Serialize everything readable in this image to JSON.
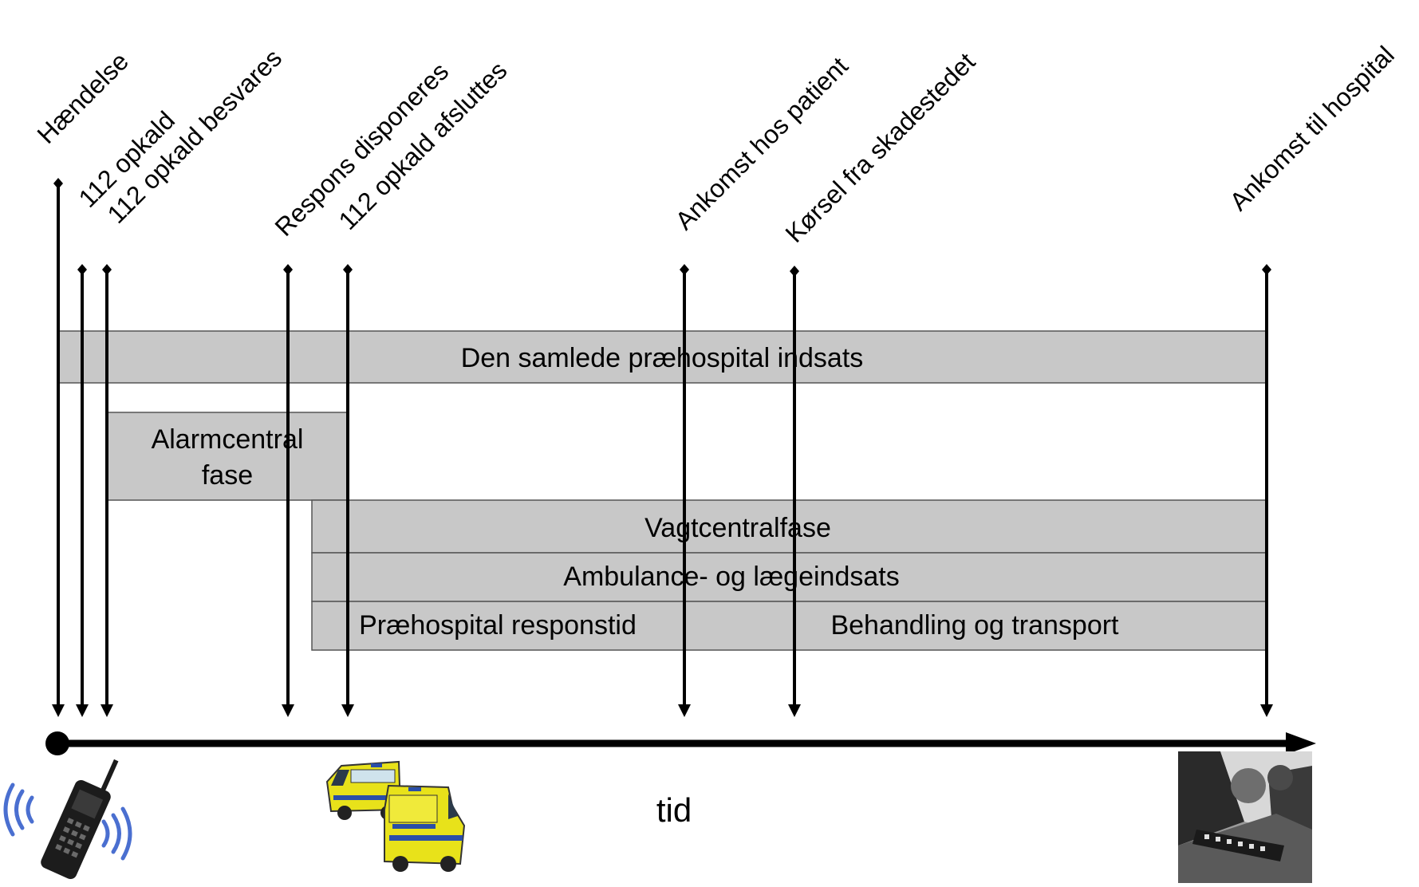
{
  "events": [
    "Hændelse",
    "112 opkald",
    "112 opkald besvares",
    "Respons disponeres",
    "112 opkald afsluttes",
    "Ankomst hos patient",
    "Kørsel fra skadestedet",
    "Ankomst til hospital"
  ],
  "phases": [
    "Den samlede præhospital indsats",
    "Alarmcentral fase",
    "Vagtcentralfase",
    "Ambulance- og lægeindsats",
    "Præhospital responstid",
    "Behandling og transport"
  ],
  "axis": {
    "label": "tid"
  },
  "icons": {
    "start": "mobile-phone-icon",
    "middle": "ambulance-icon",
    "end": "hospital-building-icon"
  },
  "colors": {
    "bar_fill": "#c8c8c8",
    "bar_stroke": "#555555",
    "arrow": "#000000",
    "ambulance": "#e8e21a"
  }
}
